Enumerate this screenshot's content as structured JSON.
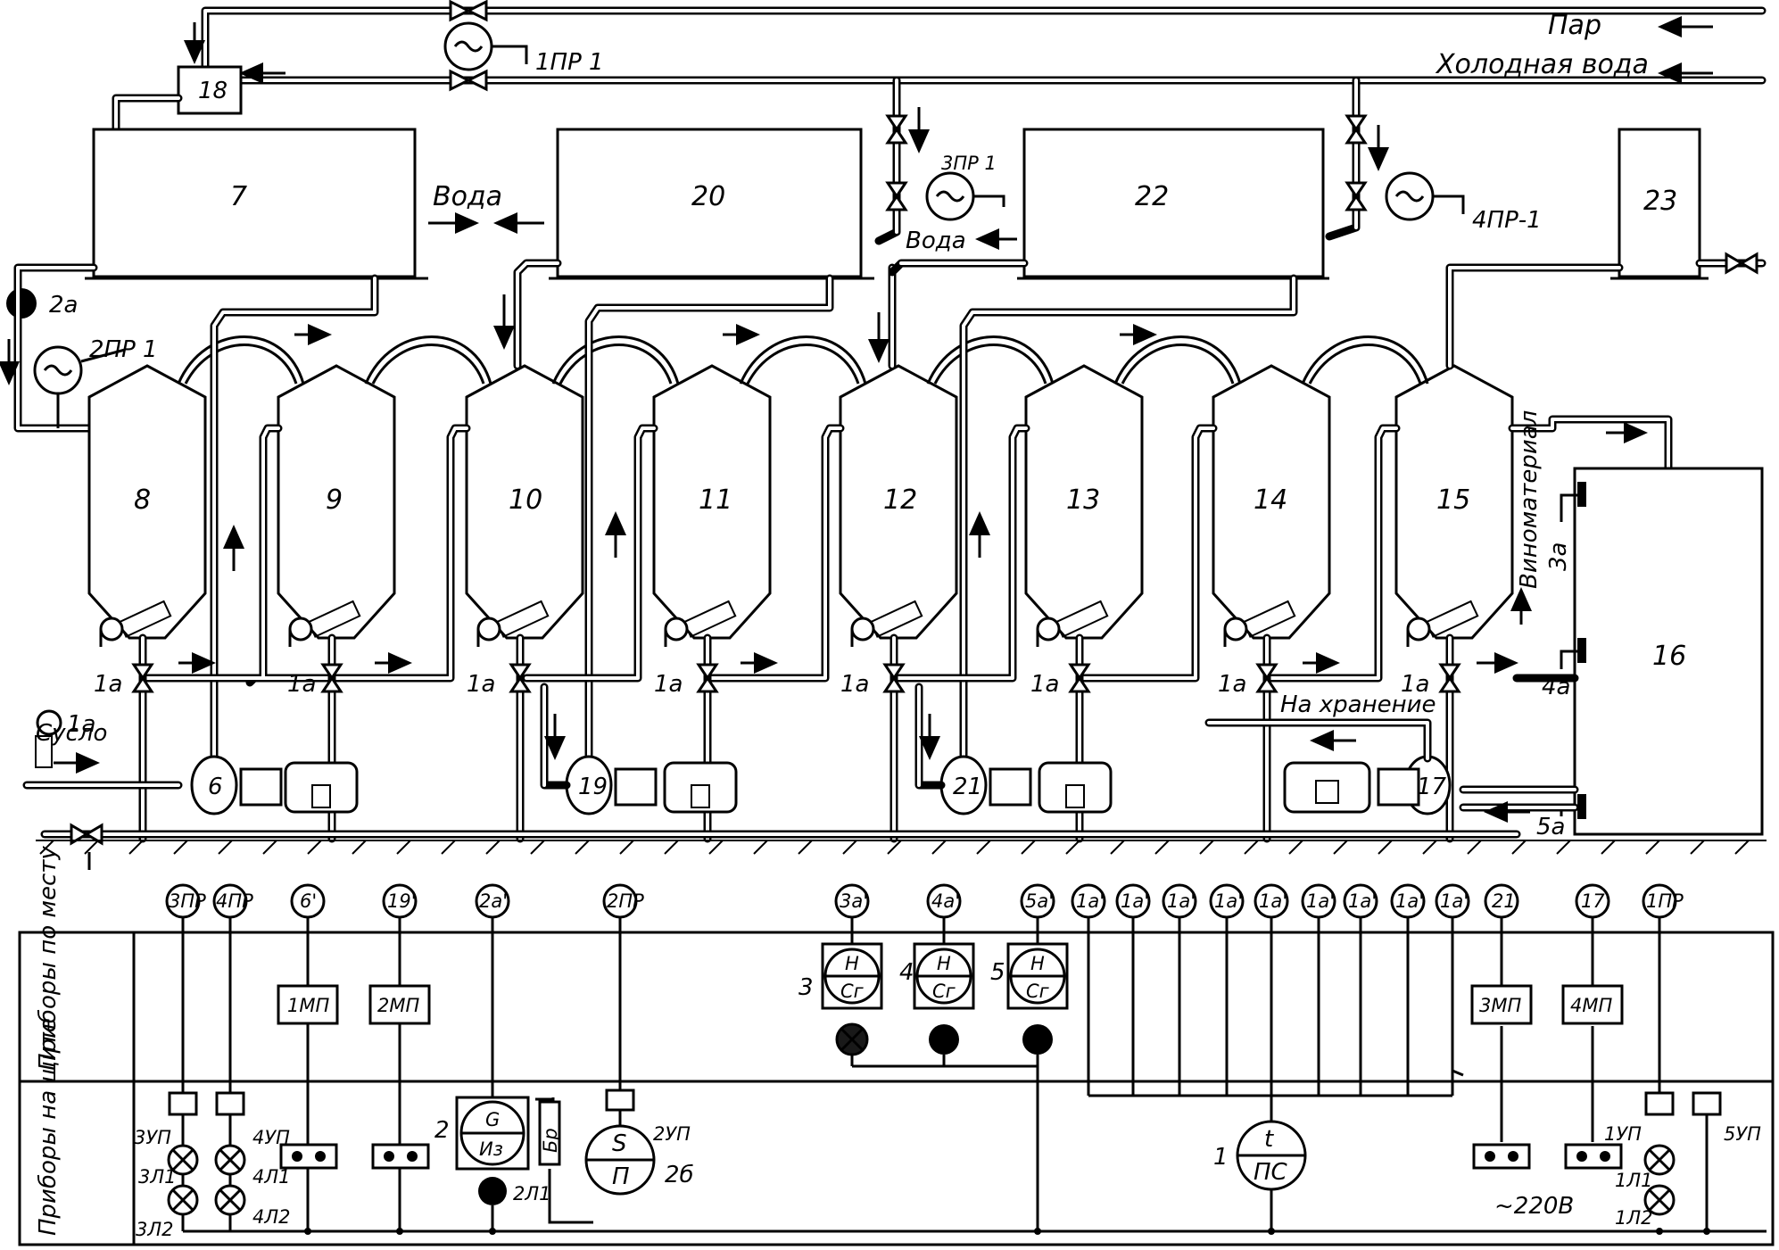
{
  "flows": {
    "steam": "Пар",
    "cold_water": "Холодная вода",
    "water_1": "Вода",
    "water_2": "Вода",
    "wort": "Сусло",
    "wine_material": "Виноматериал",
    "storage": "На хранение"
  },
  "vessels": [
    "8",
    "9",
    "10",
    "11",
    "12",
    "13",
    "14",
    "15"
  ],
  "tanks": {
    "t7": "7",
    "t20": "20",
    "t22": "22",
    "t23": "23",
    "t16": "16",
    "t18": "18"
  },
  "pumps": {
    "p6": "6",
    "p19": "19",
    "p21": "21",
    "p17": "17"
  },
  "field_labels": {
    "regulator_1": "1ПР 1",
    "regulator_2": "2ПР 1",
    "regulator_3": "3ПР 1",
    "regulator_4": "4ПР-1",
    "sensor_2a": "2а",
    "sensor_1a": "1а",
    "level_3a": "3а",
    "level_4a": "4а",
    "level_5a": "5а"
  },
  "panel": {
    "row_local": "Приборы по месту",
    "row_board": "Приборы на щите",
    "top_circles": [
      "3ПР",
      "4ПР",
      "6'",
      "19'",
      "2а'",
      "2ПР",
      "3а'",
      "4а'",
      "5а'",
      "1а'",
      "1а'",
      "1а'",
      "1а'",
      "1а'",
      "1а'",
      "1а'",
      "1а'",
      "1а'",
      "21",
      "17'",
      "1ПР"
    ],
    "starters": [
      "1МП",
      "2МП",
      "3МП",
      "4МП"
    ],
    "level_instr": [
      {
        "no": "3",
        "top": "Н",
        "bottom": "Сг"
      },
      {
        "no": "4",
        "top": "Н",
        "bottom": "Сг"
      },
      {
        "no": "5",
        "top": "Н",
        "bottom": "Сг"
      }
    ],
    "instr_2": {
      "no": "2",
      "top": "G",
      "bottom": "Из"
    },
    "instr_2_aux": "Бр",
    "instr_2b": {
      "top": "S",
      "bottom": "П",
      "label": "2б"
    },
    "instr_1": {
      "no": "1",
      "top": "t",
      "bottom": "ПС"
    },
    "board_labels": {
      "l_3up": "3УП",
      "l_3l1": "3Л1",
      "l_3l2": "3Л2",
      "l_4up": "4УП",
      "l_4l1": "4Л1",
      "l_4l2": "4Л2",
      "l_2l1": "2Л1",
      "l_2up": "2УП",
      "l_1up": "1УП",
      "l_1l1": "1Л1",
      "l_1l2": "1Л2",
      "l_5up": "5УП",
      "supply": "~220В"
    }
  }
}
